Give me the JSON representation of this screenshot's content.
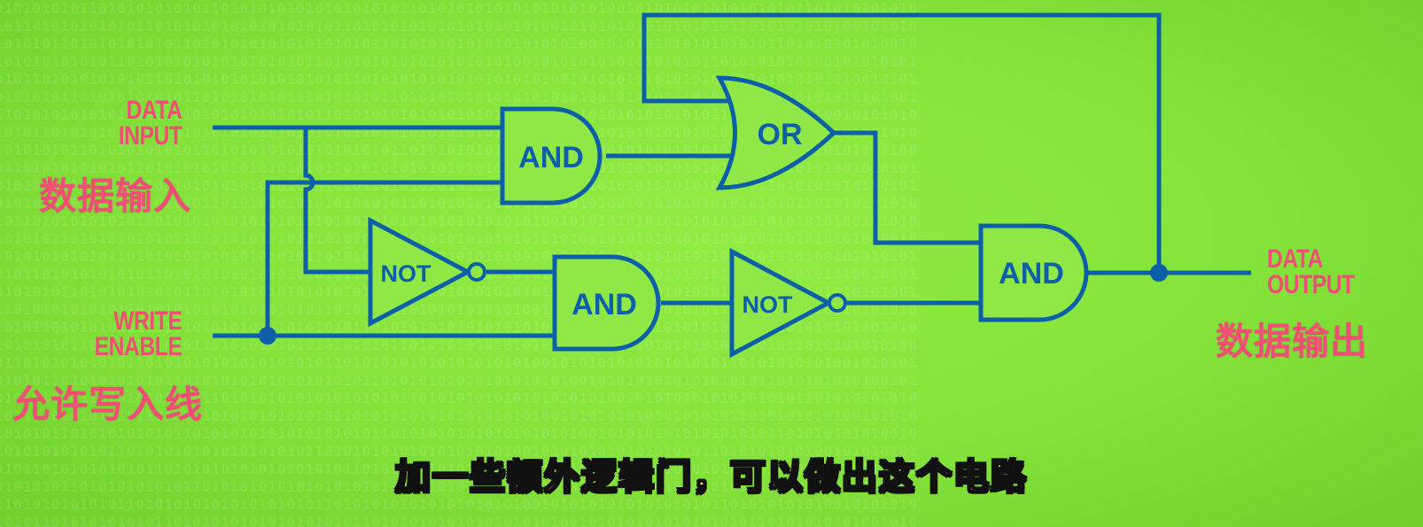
{
  "labels": {
    "data_input": [
      "DATA",
      "INPUT"
    ],
    "data_input_cn": "数据输入",
    "write_enable": [
      "WRITE",
      "ENABLE"
    ],
    "write_enable_cn": "允许写入线",
    "data_output": [
      "DATA",
      "OUTPUT"
    ],
    "data_output_cn": "数据输出"
  },
  "gates": {
    "and_top": "AND",
    "or": "OR",
    "not_left": "NOT",
    "and_middle": "AND",
    "not_right": "NOT",
    "and_output": "AND"
  },
  "subtitle": "加一些额外逻辑门，可以做出这个电路",
  "colors": {
    "background": "#84e33a",
    "wire": "#0d5fa8",
    "label": "#ef4f75",
    "subtitle": "#fff45a"
  }
}
